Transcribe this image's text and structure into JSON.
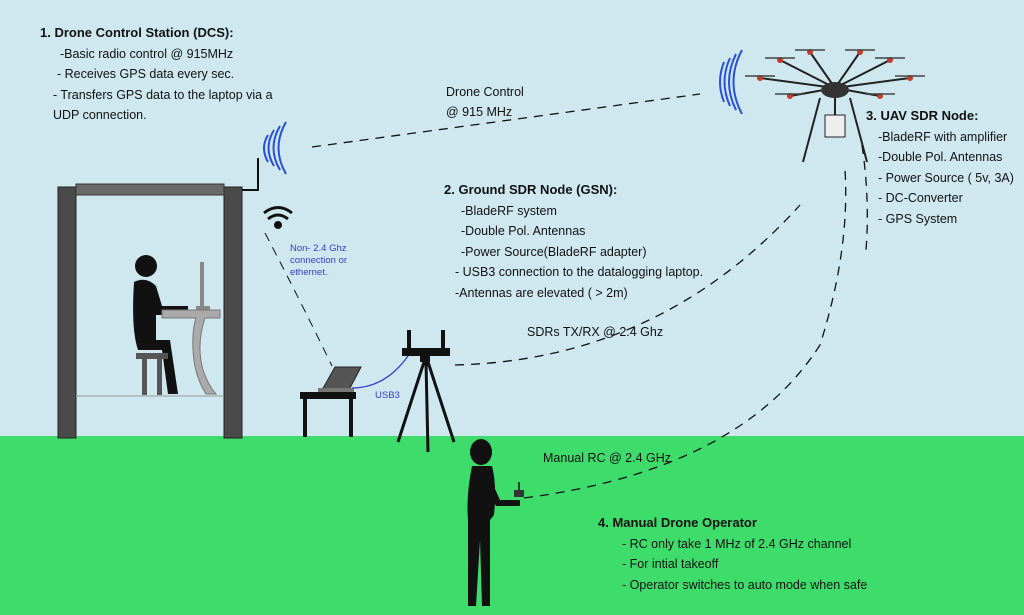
{
  "colors": {
    "sky": "#cfe8f0",
    "ground": "#3ddc6b",
    "dark": "#111111",
    "building": "#4a4a4a",
    "signal": "#2a4fd8",
    "cable": "#3b3bd0"
  },
  "dcs": {
    "title": "1. Drone Control Station (DCS):",
    "items": [
      "-Basic radio control  @ 915MHz",
      "- Receives GPS data every sec.",
      " - Transfers GPS data to the laptop via a",
      "UDP connection."
    ]
  },
  "gsn": {
    "title": "2. Ground SDR Node (GSN):",
    "items": [
      "-BladeRF system",
      "-Double Pol. Antennas",
      "-Power Source(BladeRF adapter)",
      "- USB3 connection to the datalogging laptop.",
      "-Antennas are elevated ( > 2m)"
    ]
  },
  "uav": {
    "title": "3. UAV SDR Node:",
    "items": [
      "-BladeRF with amplifier",
      "-Double Pol. Antennas",
      "- Power Source ( 5v, 3A)",
      "- DC-Converter",
      "- GPS System"
    ]
  },
  "operator": {
    "title": "4. Manual Drone Operator",
    "items": [
      "- RC only take 1 MHz of 2.4 GHz channel",
      "- For intial takeoff",
      "- Operator switches to auto mode when safe"
    ]
  },
  "links": {
    "drone_control_1": "Drone Control",
    "drone_control_2": "@ 915 MHz",
    "sdr_link": "SDRs TX/RX @ 2.4 Ghz",
    "manual_rc": "Manual RC @ 2.4 GHz",
    "usb": "USB3",
    "non24_1": "Non- 2.4 Ghz",
    "non24_2": "connection or",
    "non24_3": "ethernet."
  }
}
